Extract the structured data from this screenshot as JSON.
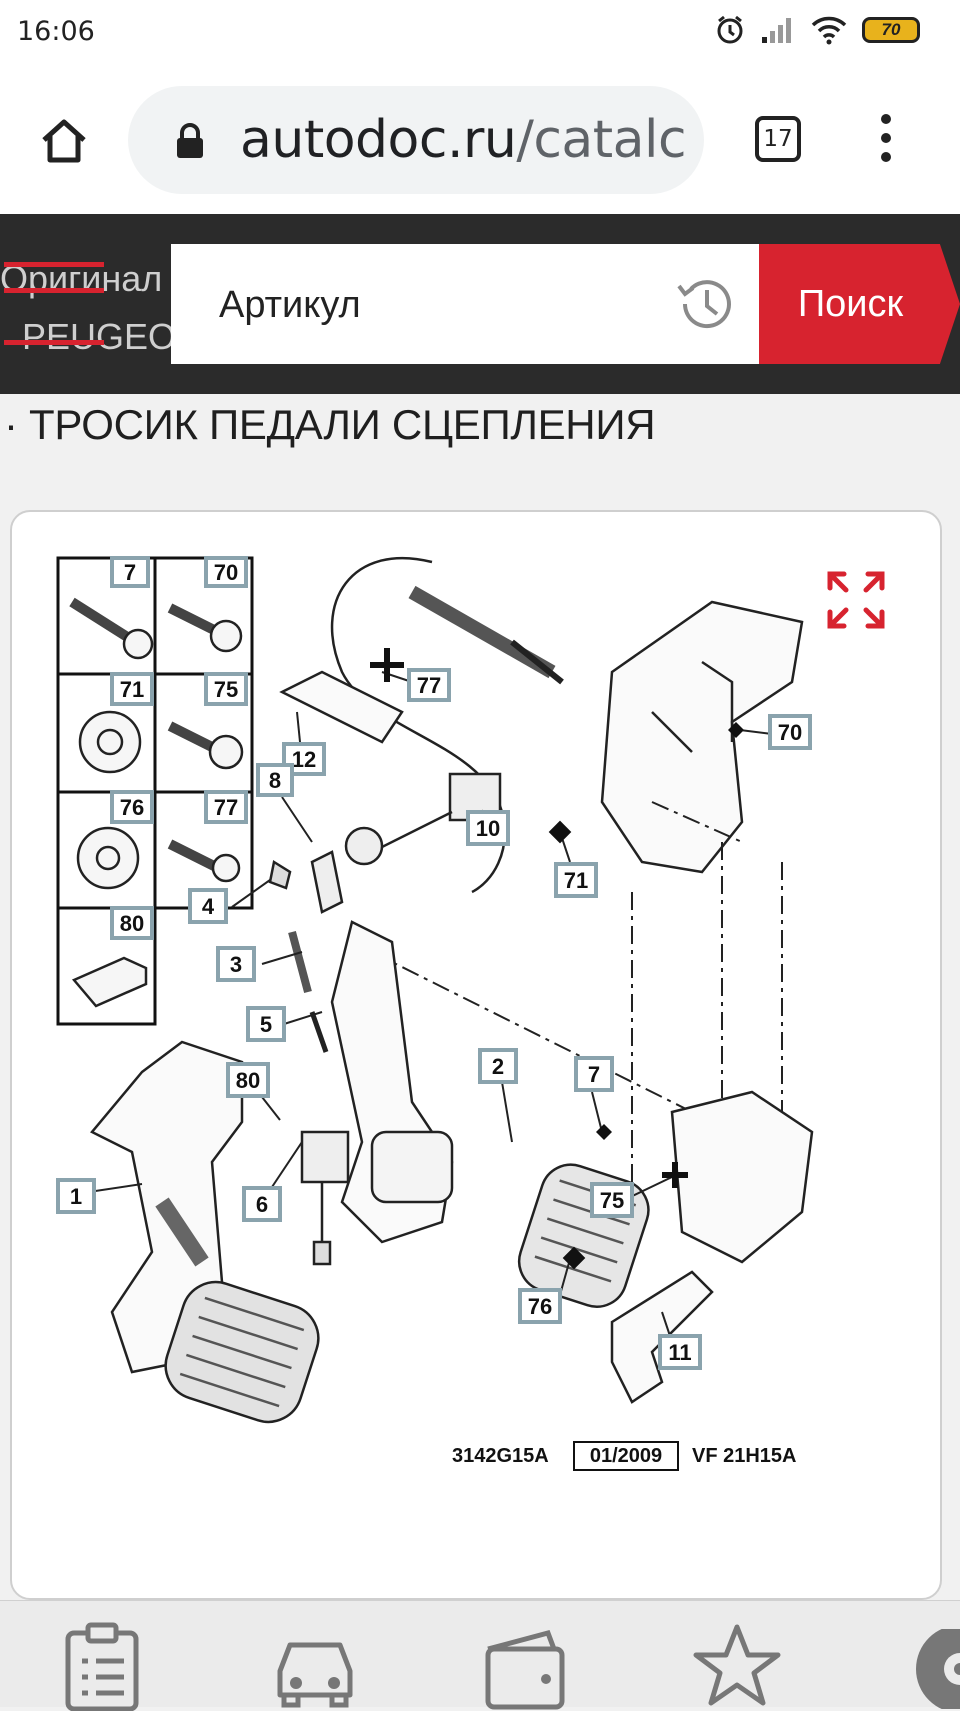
{
  "status": {
    "time": "16:06",
    "battery": "70"
  },
  "browser": {
    "url_domain": "autodoc.ru",
    "url_path": "/catalc",
    "tab_count": "17"
  },
  "header": {
    "behind_line1": "Оригинал",
    "behind_line2": "PEUGEO",
    "search_value": "Артикул",
    "search_button": "Поиск"
  },
  "page": {
    "section_title": "· ТРОСИК ПЕДАЛИ СЦЕПЛЕНИЯ"
  },
  "diagram": {
    "table_cells": [
      "7",
      "70",
      "71",
      "75",
      "76",
      "77",
      "80"
    ],
    "callouts": [
      "77",
      "12",
      "8",
      "10",
      "70",
      "71",
      "4",
      "3",
      "5",
      "80",
      "2",
      "7",
      "1",
      "6",
      "75",
      "76",
      "11"
    ],
    "footer_code": "3142G15A",
    "footer_date": "01/2009",
    "footer_ref": "VF 21H15A"
  },
  "colors": {
    "accent": "#d7232f",
    "dark_header": "#2b2b2b",
    "callout_border": "#8aa3ad"
  }
}
